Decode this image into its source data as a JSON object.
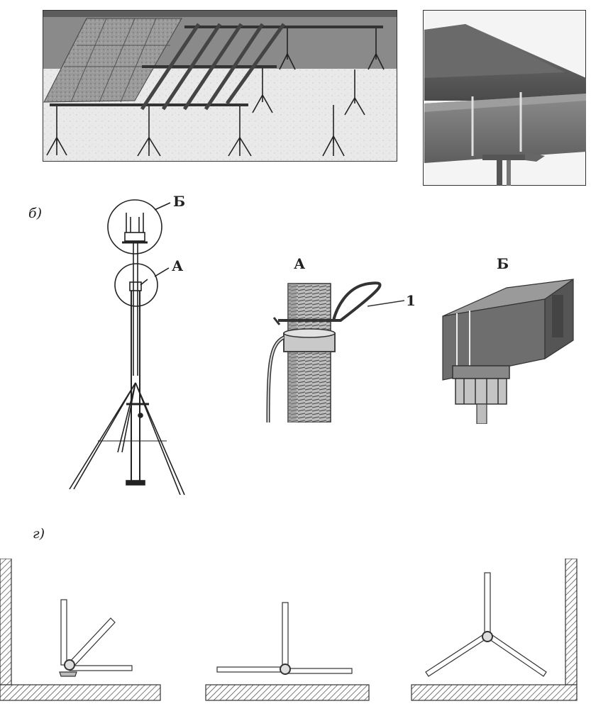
{
  "captions": {
    "b": "б)",
    "g": "г)"
  },
  "callouts": {
    "a": "А",
    "b": "Б"
  },
  "detail_titles": {
    "a": "А",
    "b": "Б"
  },
  "part_number": "1"
}
